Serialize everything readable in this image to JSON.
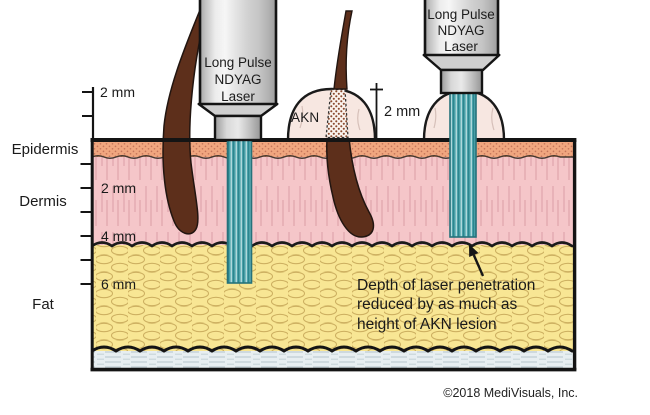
{
  "figure": {
    "type": "medical-illustration",
    "subject": "Laser penetration through skin with and without AKN lesion",
    "skin_layers": {
      "epidermis_label": "Epidermis",
      "dermis_label": "Dermis",
      "fat_label": "Fat"
    },
    "ruler": {
      "above_surface_label": "2 mm",
      "depth_label_2mm": "2 mm",
      "depth_label_4mm": "4 mm",
      "depth_label_6mm": "6 mm"
    },
    "laser_left": {
      "label": "Long Pulse\nNDYAG\nLaser"
    },
    "laser_right": {
      "label": "Long Pulse\nNDYAG\nLaser"
    },
    "lesion": {
      "label": "AKN",
      "height_label": "2 mm"
    },
    "annotation": "Depth of laser penetration\nreduced by as much as\nheight of AKN lesion",
    "credit": "©2018 MediVisuals, Inc.",
    "colors": {
      "epidermis": "#f0a67f",
      "dermis": "#f5c6c9",
      "fat": "#f8e694",
      "subcutaneous": "#e7eef1",
      "laser_body": "#d9d9d9",
      "laser_beam": "#4aa2aa",
      "hair": "#5d2f1b",
      "lesion_fill": "#f7e7e1",
      "outline": "#141414"
    }
  }
}
